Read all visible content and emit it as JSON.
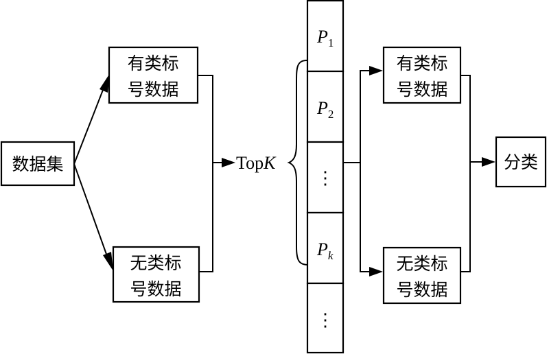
{
  "diagram": {
    "dataset": {
      "label": "数据集"
    },
    "left_labeled": {
      "line1": "有类标",
      "line2": "号数据"
    },
    "left_unlabeled": {
      "line1": "无类标",
      "line2": "号数据"
    },
    "topk": {
      "prefix": "Top",
      "var": "K"
    },
    "partitions": [
      {
        "var": "P",
        "sub": "1"
      },
      {
        "var": "P",
        "sub": "2"
      },
      {
        "ellipsis": "⋮"
      },
      {
        "var": "P",
        "sub": "k"
      },
      {
        "ellipsis": "⋮"
      }
    ],
    "right_labeled": {
      "line1": "有类标",
      "line2": "号数据"
    },
    "right_unlabeled": {
      "line1": "无类标",
      "line2": "号数据"
    },
    "classify": {
      "label": "分类"
    }
  }
}
